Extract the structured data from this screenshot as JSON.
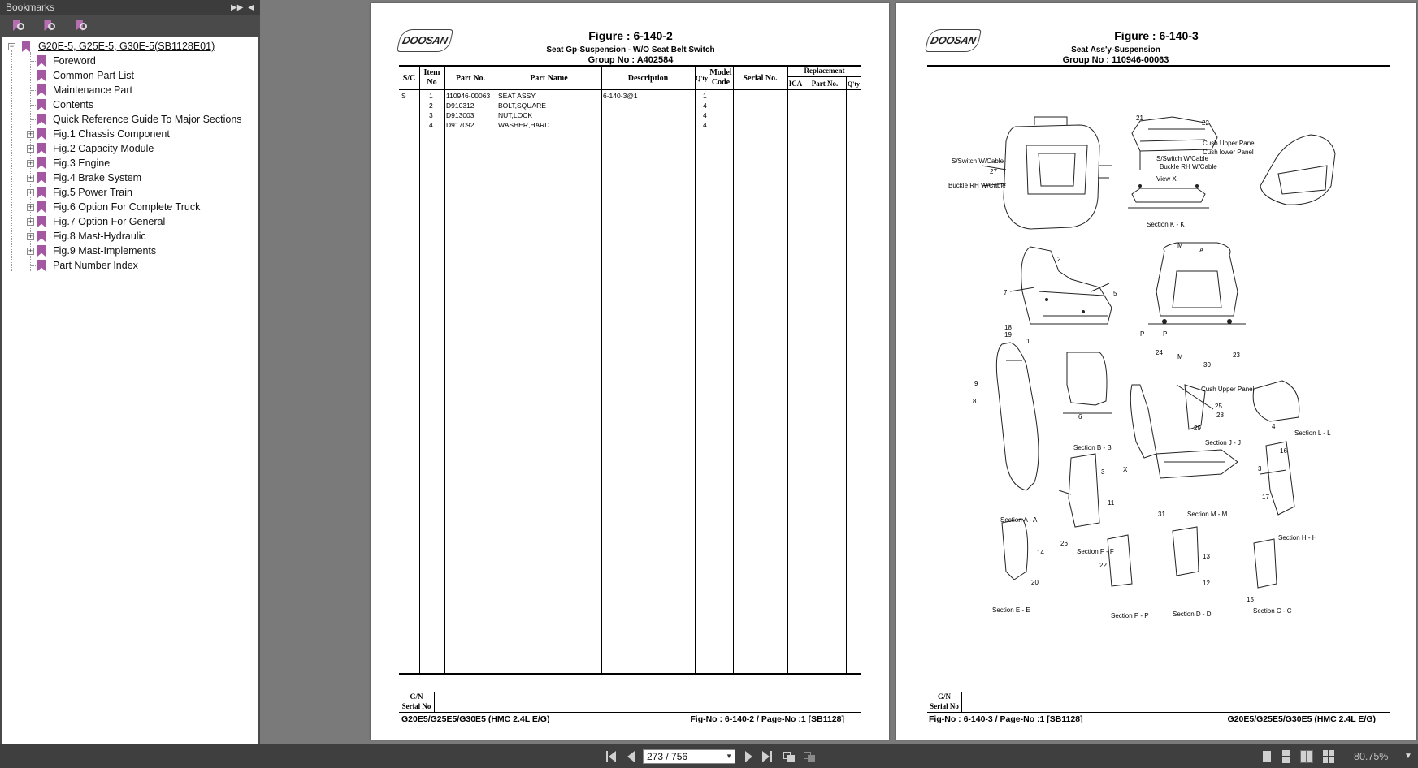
{
  "sidebar": {
    "title": "Bookmarks",
    "tree": {
      "root": "G20E-5, G25E-5, G30E-5(SB1128E01)",
      "items": [
        {
          "label": "Foreword",
          "expandable": false
        },
        {
          "label": "Common Part List",
          "expandable": false
        },
        {
          "label": "Maintenance Part",
          "expandable": false
        },
        {
          "label": "Contents",
          "expandable": false
        },
        {
          "label": "Quick Reference Guide To Major Sections",
          "expandable": false
        },
        {
          "label": "Fig.1 Chassis Component",
          "expandable": true
        },
        {
          "label": "Fig.2 Capacity Module",
          "expandable": true
        },
        {
          "label": "Fig.3 Engine",
          "expandable": true
        },
        {
          "label": "Fig.4 Brake System",
          "expandable": true
        },
        {
          "label": "Fig.5 Power Train",
          "expandable": true
        },
        {
          "label": "Fig.6 Option For Complete Truck",
          "expandable": true
        },
        {
          "label": "Fig.7 Option For General",
          "expandable": true
        },
        {
          "label": "Fig.8 Mast-Hydraulic",
          "expandable": true
        },
        {
          "label": "Fig.9 Mast-Implements",
          "expandable": true
        },
        {
          "label": "Part Number Index",
          "expandable": false
        }
      ]
    }
  },
  "left_page": {
    "logo": "DOOSAN",
    "figure": "Figure : 6-140-2",
    "subtitle": "Seat Gp-Suspension - W/O Seat Belt Switch",
    "group": "Group No : A402584",
    "headers": {
      "sc": "S/C",
      "item_no": [
        "Item",
        "No"
      ],
      "part_no": "Part No.",
      "part_name": "Part Name",
      "description": "Description",
      "qty": "Q'ty",
      "model_code": [
        "Model",
        "Code"
      ],
      "serial_no": "Serial No.",
      "replacement": "Replacement",
      "ica": "ICA",
      "rep_part_no": "Part No.",
      "rep_qty": "Q'ty"
    },
    "rows": [
      {
        "sc": "S",
        "item": "1",
        "part_no": "110946-00063",
        "part_name": "SEAT ASSY",
        "description": "6-140-3@1",
        "qty": "1"
      },
      {
        "sc": "",
        "item": "2",
        "part_no": "D910312",
        "part_name": "BOLT,SQUARE",
        "description": "",
        "qty": "4"
      },
      {
        "sc": "",
        "item": "3",
        "part_no": "D913003",
        "part_name": "NUT,LOCK",
        "description": "",
        "qty": "4"
      },
      {
        "sc": "",
        "item": "4",
        "part_no": "D917092",
        "part_name": "WASHER,HARD",
        "description": "",
        "qty": "4"
      }
    ],
    "gn_serial": [
      "G/N",
      "Serial No"
    ],
    "footer_left": "G20E5/G25E5/G30E5 (HMC 2.4L E/G)",
    "footer_right": "Fig-No : 6-140-2 / Page-No :1 [SB1128]"
  },
  "right_page": {
    "logo": "DOOSAN",
    "figure": "Figure : 6-140-3",
    "subtitle": "Seat Ass'y-Suspension",
    "group": "Group No : 110946-00063",
    "gn_serial": [
      "G/N",
      "Serial No"
    ],
    "footer_left": "Fig-No : 6-140-3 / Page-No :1 [SB1128]",
    "footer_right": "G20E5/G25E5/G30E5 (HMC 2.4L E/G)",
    "diagram_labels": {
      "s_switch": "S/Switch W/Cable",
      "buckle_rh": "Buckle RH W/Cable",
      "n27": "27",
      "cush_upper": "Cush Upper Panel",
      "cush_lower": "Cush lower Panel",
      "s_switch2": "S/Switch W/Cable",
      "buckle_rh2": "Buckle RH W/Cable",
      "view_x": "View X",
      "sec_kk": "Section K - K",
      "n21": "21",
      "n22": "22",
      "n2": "2",
      "n7": "7",
      "n5": "5",
      "n18": "18",
      "n19": "19",
      "n1": "1",
      "m_top": "M",
      "a_top": "A",
      "p_l": "P",
      "p_r": "P",
      "n24": "24",
      "n30": "30",
      "n23": "23",
      "m_bot": "M",
      "n9": "9",
      "n8": "8",
      "sec_aa": "Section A - A",
      "n6": "6",
      "sec_bb": "Section B - B",
      "cush_upper2": "Cush Upper Panel",
      "n25": "25",
      "n28": "28",
      "n29": "29",
      "sec_jj": "Section J - J",
      "n4": "4",
      "sec_ll": "Section L - L",
      "x_lbl": "X",
      "n3": "3",
      "n11": "11",
      "n26": "26",
      "sec_ff": "Section F - F",
      "n31": "31",
      "sec_mm": "Section M - M",
      "n16": "16",
      "n3b": "3",
      "n17": "17",
      "sec_hh": "Section H - H",
      "n14": "14",
      "n20": "20",
      "sec_ee": "Section E - E",
      "n22b": "22",
      "sec_pp": "Section P - P",
      "n13": "13",
      "n12": "12",
      "sec_dd": "Section D - D",
      "n15": "15",
      "sec_cc": "Section C - C"
    }
  },
  "bottombar": {
    "page_display": "273 / 756",
    "zoom": "80.75%"
  }
}
